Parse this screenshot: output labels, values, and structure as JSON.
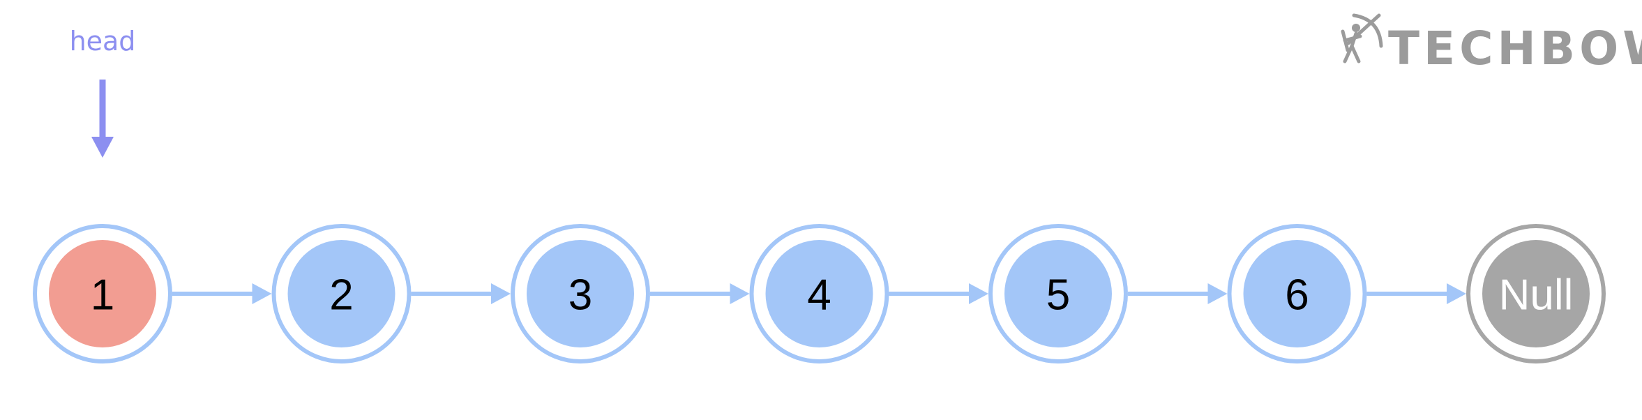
{
  "head_pointer": {
    "label": "head",
    "color": "#8c8ff0"
  },
  "list": {
    "nodes": [
      {
        "value": "1",
        "fill": "#f29d92",
        "ring": "#a3c6f8",
        "text_color": "#000000"
      },
      {
        "value": "2",
        "fill": "#a3c6f8",
        "ring": "#a3c6f8",
        "text_color": "#000000"
      },
      {
        "value": "3",
        "fill": "#a3c6f8",
        "ring": "#a3c6f8",
        "text_color": "#000000"
      },
      {
        "value": "4",
        "fill": "#a3c6f8",
        "ring": "#a3c6f8",
        "text_color": "#000000"
      },
      {
        "value": "5",
        "fill": "#a3c6f8",
        "ring": "#a3c6f8",
        "text_color": "#000000"
      },
      {
        "value": "6",
        "fill": "#a3c6f8",
        "ring": "#a3c6f8",
        "text_color": "#000000"
      },
      {
        "value": "Null",
        "fill": "#a6a6a6",
        "ring": "#a6a6a6",
        "text_color": "#ffffff"
      }
    ],
    "arrow_color": "#a3c6f8"
  },
  "logo": {
    "text": "TECHBOW",
    "color": "#9b9b9b",
    "icon": "archer-icon"
  }
}
